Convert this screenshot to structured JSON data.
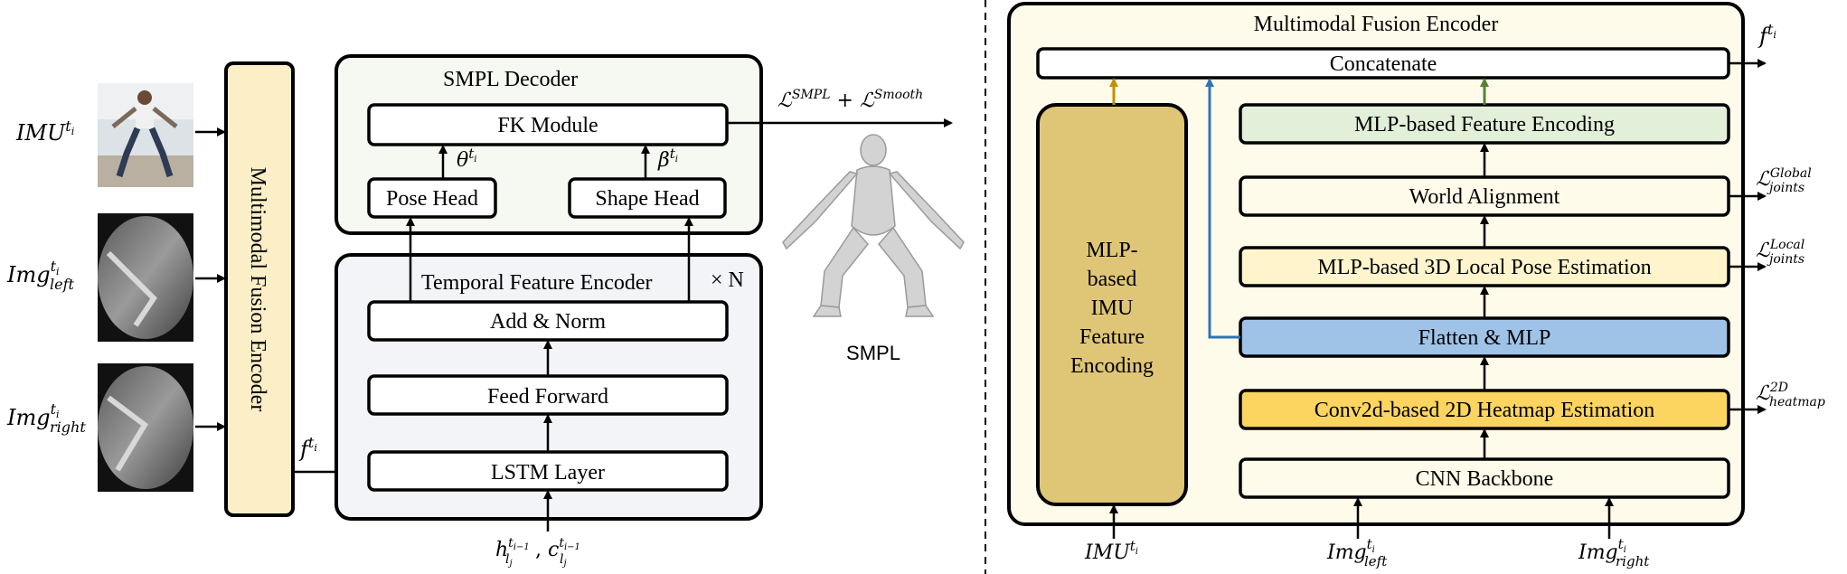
{
  "left": {
    "inputs": {
      "imu_base": "IMU",
      "imu_sup": "t",
      "imu_sup_sub": "i",
      "img_base": "Img",
      "img_sup": "t",
      "img_sup_sub": "i",
      "left_sub": "left",
      "right_sub": "right"
    },
    "fusion_encoder_label": "Multimodal Fusion Encoder",
    "feature_base": "f",
    "feature_sup": "t",
    "feature_sup_sub": "i",
    "smpl_decoder": {
      "title": "SMPL Decoder",
      "fk_module": "FK Module",
      "pose_head": "Pose Head",
      "shape_head": "Shape Head",
      "theta": "θ",
      "beta": "β",
      "param_sup": "t",
      "param_sup_sub": "i"
    },
    "temporal_encoder": {
      "title": "Temporal Feature Encoder",
      "repeat": "× N",
      "add_norm": "Add & Norm",
      "feed_forward": "Feed Forward",
      "lstm": "LSTM Layer"
    },
    "hidden_state": {
      "h": "h",
      "c": "c",
      "sep": ", ",
      "sup": "t",
      "sup_sub": "i−1",
      "sub": "l",
      "sub_sub": "j"
    },
    "loss": {
      "script_l": "ℒ",
      "smpl": "SMPL",
      "plus": " + ",
      "smooth": "Smooth"
    },
    "smpl_model_label": "SMPL"
  },
  "right": {
    "title": "Multimodal Fusion Encoder",
    "concatenate": "Concatenate",
    "imu_encoding_lines": [
      "MLP-",
      "based",
      "IMU",
      "Feature",
      "Encoding"
    ],
    "mlp_feature_encoding": "MLP-based Feature Encoding",
    "world_alignment": "World Alignment",
    "local_pose": "MLP-based 3D Local Pose Estimation",
    "flatten_mlp": "Flatten & MLP",
    "heatmap": "Conv2d-based 2D Heatmap Estimation",
    "cnn_backbone": "CNN Backbone",
    "loss_global": "Global",
    "loss_local": "Local",
    "loss_joints": "joints",
    "loss_2d": "2D",
    "loss_heatmap": "heatmap"
  },
  "colors": {
    "fusion_fill": "#fcefc7",
    "fusion_panel": "#fffbea",
    "smpl_panel": "#f6f8f2",
    "temporal_panel": "#f3f4f7",
    "imu_encoding": "#dfc677",
    "feature_encoding": "#e2efd9",
    "flatten": "#9fc3e7",
    "heatmap": "#fbd560",
    "arrow_gold": "#bf9000",
    "arrow_green": "#548235",
    "arrow_blue": "#2e75b6"
  }
}
